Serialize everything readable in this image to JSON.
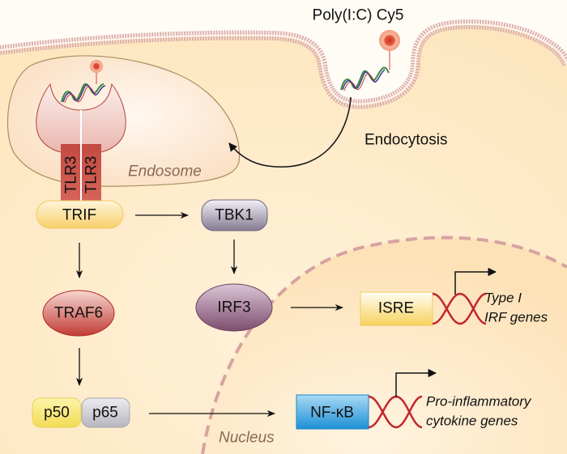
{
  "title": "TLR3 signaling pathway activated by Poly(I:C) Cy5",
  "labels": {
    "ligand": "Poly(I:C) Cy5",
    "endocytosis": "Endocytosis",
    "endosome": "Endosome",
    "nucleus": "Nucleus"
  },
  "receptor": {
    "left": "TLR3",
    "right": "TLR3"
  },
  "nodes": {
    "trif": "TRIF",
    "tbk1": "TBK1",
    "irf3": "IRF3",
    "traf6": "TRAF6",
    "p50": "p50",
    "p65": "p65",
    "isre": "ISRE",
    "nfkb": "NF-κB"
  },
  "genes": {
    "isre_line1": "Type I",
    "isre_line2": "IRF genes",
    "nfkb_line1": "Pro-inflammatory",
    "nfkb_line2": "cytokine genes"
  },
  "colors": {
    "cytoplasm": "#fde9c4",
    "outside": "#fffcf5",
    "membrane": "#d9a9a6",
    "endosome_outline": "#a89060",
    "tlr3": "#c9524a",
    "trif": "#fbd87a",
    "tbk1": "#9c93a6",
    "irf3": "#8a5a7a",
    "traf6": "#c64a44",
    "p50": "#f5e36a",
    "p65": "#c7c7cc",
    "isre": "#f7d76b",
    "nfkb": "#2f9fde",
    "dna": "#c2262e",
    "nucleus_dash": "#d6a3a1",
    "label_brown": "#8a6a55"
  }
}
